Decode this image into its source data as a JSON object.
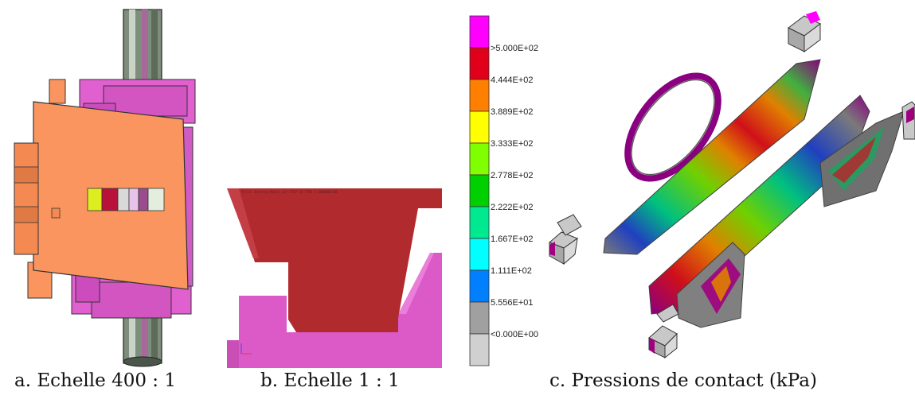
{
  "captions": {
    "a": "a. Echelle 400 : 1",
    "b": "b. Echelle 1 : 1",
    "c": "c. Pressions de contact (kPa)"
  },
  "panel_b": {
    "header_text": "Title: Bearing_Model_cut   STEP 10   TIME 1.000000E+00"
  },
  "legend": {
    "entries": [
      {
        "label": ">5.000E+02",
        "color": "#ff00ff"
      },
      {
        "label": "4.444E+02",
        "color": "#e0001a"
      },
      {
        "label": "3.889E+02",
        "color": "#ff8000"
      },
      {
        "label": "3.333E+02",
        "color": "#ffff00"
      },
      {
        "label": "2.778E+02",
        "color": "#80ff00"
      },
      {
        "label": "2.222E+02",
        "color": "#00d000"
      },
      {
        "label": "1.667E+02",
        "color": "#00e890"
      },
      {
        "label": "1.111E+02",
        "color": "#00ffff"
      },
      {
        "label": "5.556E+01",
        "color": "#0080ff"
      },
      {
        "label": "<0.000E+00",
        "color": "#a0a0a0"
      },
      {
        "label": "",
        "color": "#d0d0d0"
      }
    ]
  },
  "colors": {
    "orange_plate": "#fb9560",
    "magenta_parts": "#e060d0",
    "dark_red": "#b02a2e",
    "pink_block": "#dc5ac8",
    "grey_shaft": "#8f9f8c"
  }
}
